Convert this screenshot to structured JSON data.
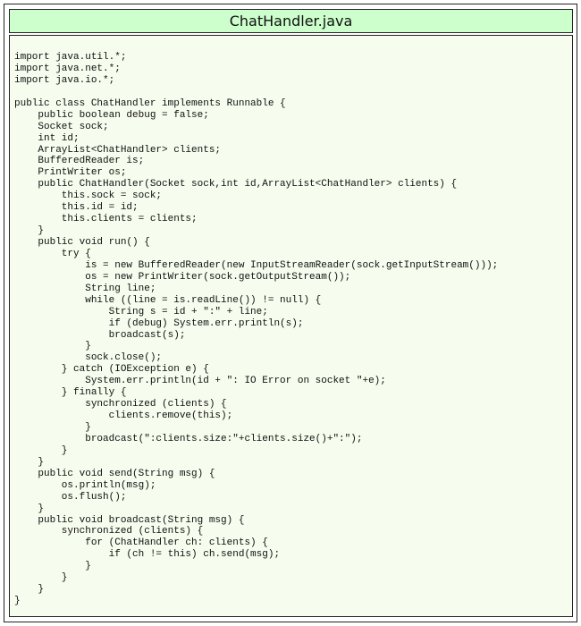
{
  "window": {
    "title": "ChatHandler.java"
  },
  "code": {
    "lines": [
      "import java.util.*;",
      "import java.net.*;",
      "import java.io.*;",
      "",
      "public class ChatHandler implements Runnable {",
      "    public boolean debug = false;",
      "    Socket sock;",
      "    int id;",
      "    ArrayList<ChatHandler> clients;",
      "    BufferedReader is;",
      "    PrintWriter os;",
      "    public ChatHandler(Socket sock,int id,ArrayList<ChatHandler> clients) {",
      "        this.sock = sock;",
      "        this.id = id;",
      "        this.clients = clients;",
      "    }",
      "    public void run() {",
      "        try {",
      "            is = new BufferedReader(new InputStreamReader(sock.getInputStream()));",
      "            os = new PrintWriter(sock.getOutputStream());",
      "            String line;",
      "            while ((line = is.readLine()) != null) {",
      "                String s = id + \":\" + line;",
      "                if (debug) System.err.println(s);",
      "                broadcast(s);",
      "            }",
      "            sock.close();",
      "        } catch (IOException e) {",
      "            System.err.println(id + \": IO Error on socket \"+e);",
      "        } finally {",
      "            synchronized (clients) {",
      "                clients.remove(this);",
      "            }",
      "            broadcast(\":clients.size:\"+clients.size()+\":\");",
      "        }",
      "    }",
      "    public void send(String msg) {",
      "        os.println(msg);",
      "        os.flush();",
      "    }",
      "    public void broadcast(String msg) {",
      "        synchronized (clients) {",
      "            for (ChatHandler ch: clients) {",
      "                if (ch != this) ch.send(msg);",
      "            }",
      "        }",
      "    }",
      "}"
    ]
  }
}
